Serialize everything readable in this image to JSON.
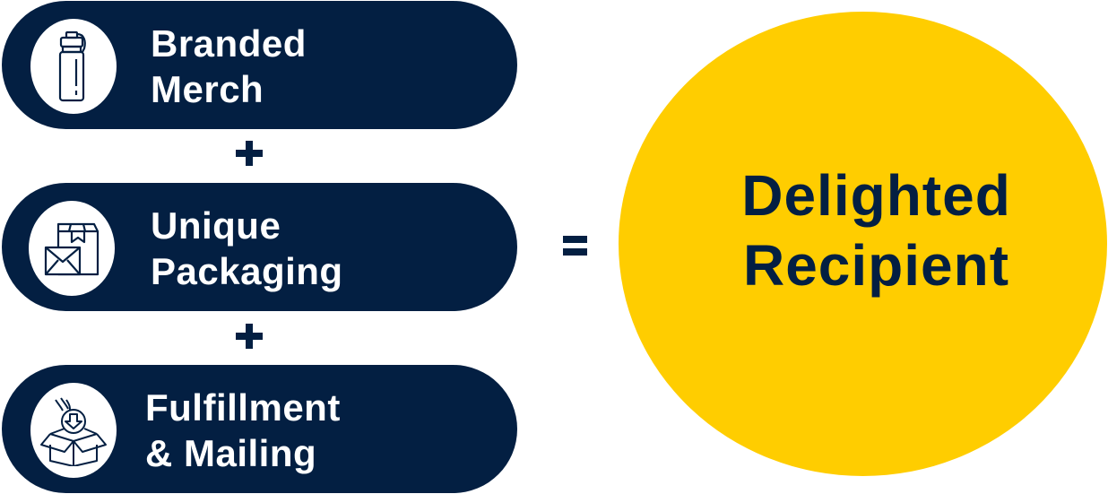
{
  "components": [
    {
      "icon": "water-bottle-icon",
      "line1": "Branded",
      "line2": "Merch"
    },
    {
      "icon": "box-and-envelope-icon",
      "line1": "Unique",
      "line2": "Packaging"
    },
    {
      "icon": "box-with-download-icon",
      "line1": "Fulfillment",
      "line2": "& Mailing"
    }
  ],
  "operators": {
    "plus": "+",
    "equals": "="
  },
  "result": {
    "line1": "Delighted",
    "line2": "Recipient"
  },
  "colors": {
    "navy": "#031f42",
    "yellow": "#ffcd00",
    "white": "#ffffff"
  }
}
